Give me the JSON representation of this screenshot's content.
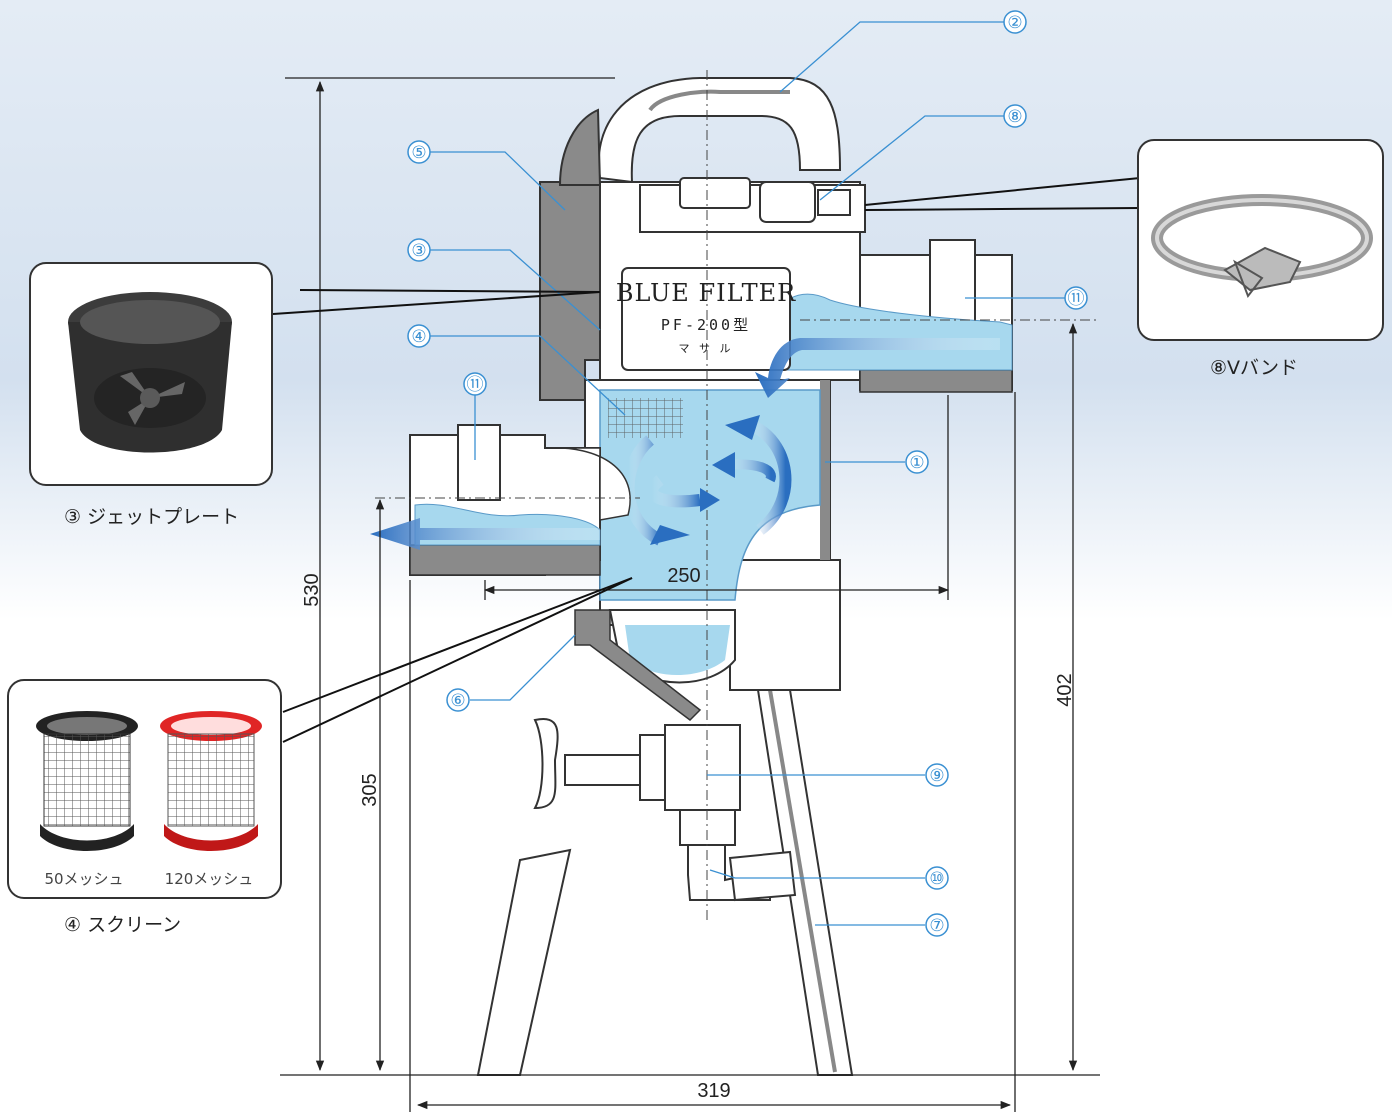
{
  "product": {
    "brand": "BLUE FILTER",
    "model": "PF-200型",
    "maker": "マ サ ル"
  },
  "callouts": [
    "②",
    "⑧",
    "⑤",
    "③",
    "⑪",
    "④",
    "⑪",
    "①",
    "⑥",
    "⑨",
    "⑩",
    "⑦"
  ],
  "dimensions": {
    "height_total": "530",
    "height_outlet": "305",
    "height_inlet": "402",
    "width_body": "250",
    "width_base": "319"
  },
  "insets": {
    "jet_plate": {
      "caption": "③ ジェットプレート"
    },
    "screen": {
      "caption": "④ スクリーン",
      "mesh_a": "50メッシュ",
      "mesh_b": "120メッシュ"
    },
    "v_band": {
      "caption": "⑧Vバンド"
    }
  },
  "colors": {
    "callout": "#3a90d2",
    "water": "#a7d8ee",
    "flow_arrow": "#2a6ec0",
    "body": "#ffffff",
    "section": "#8a8a8a"
  }
}
